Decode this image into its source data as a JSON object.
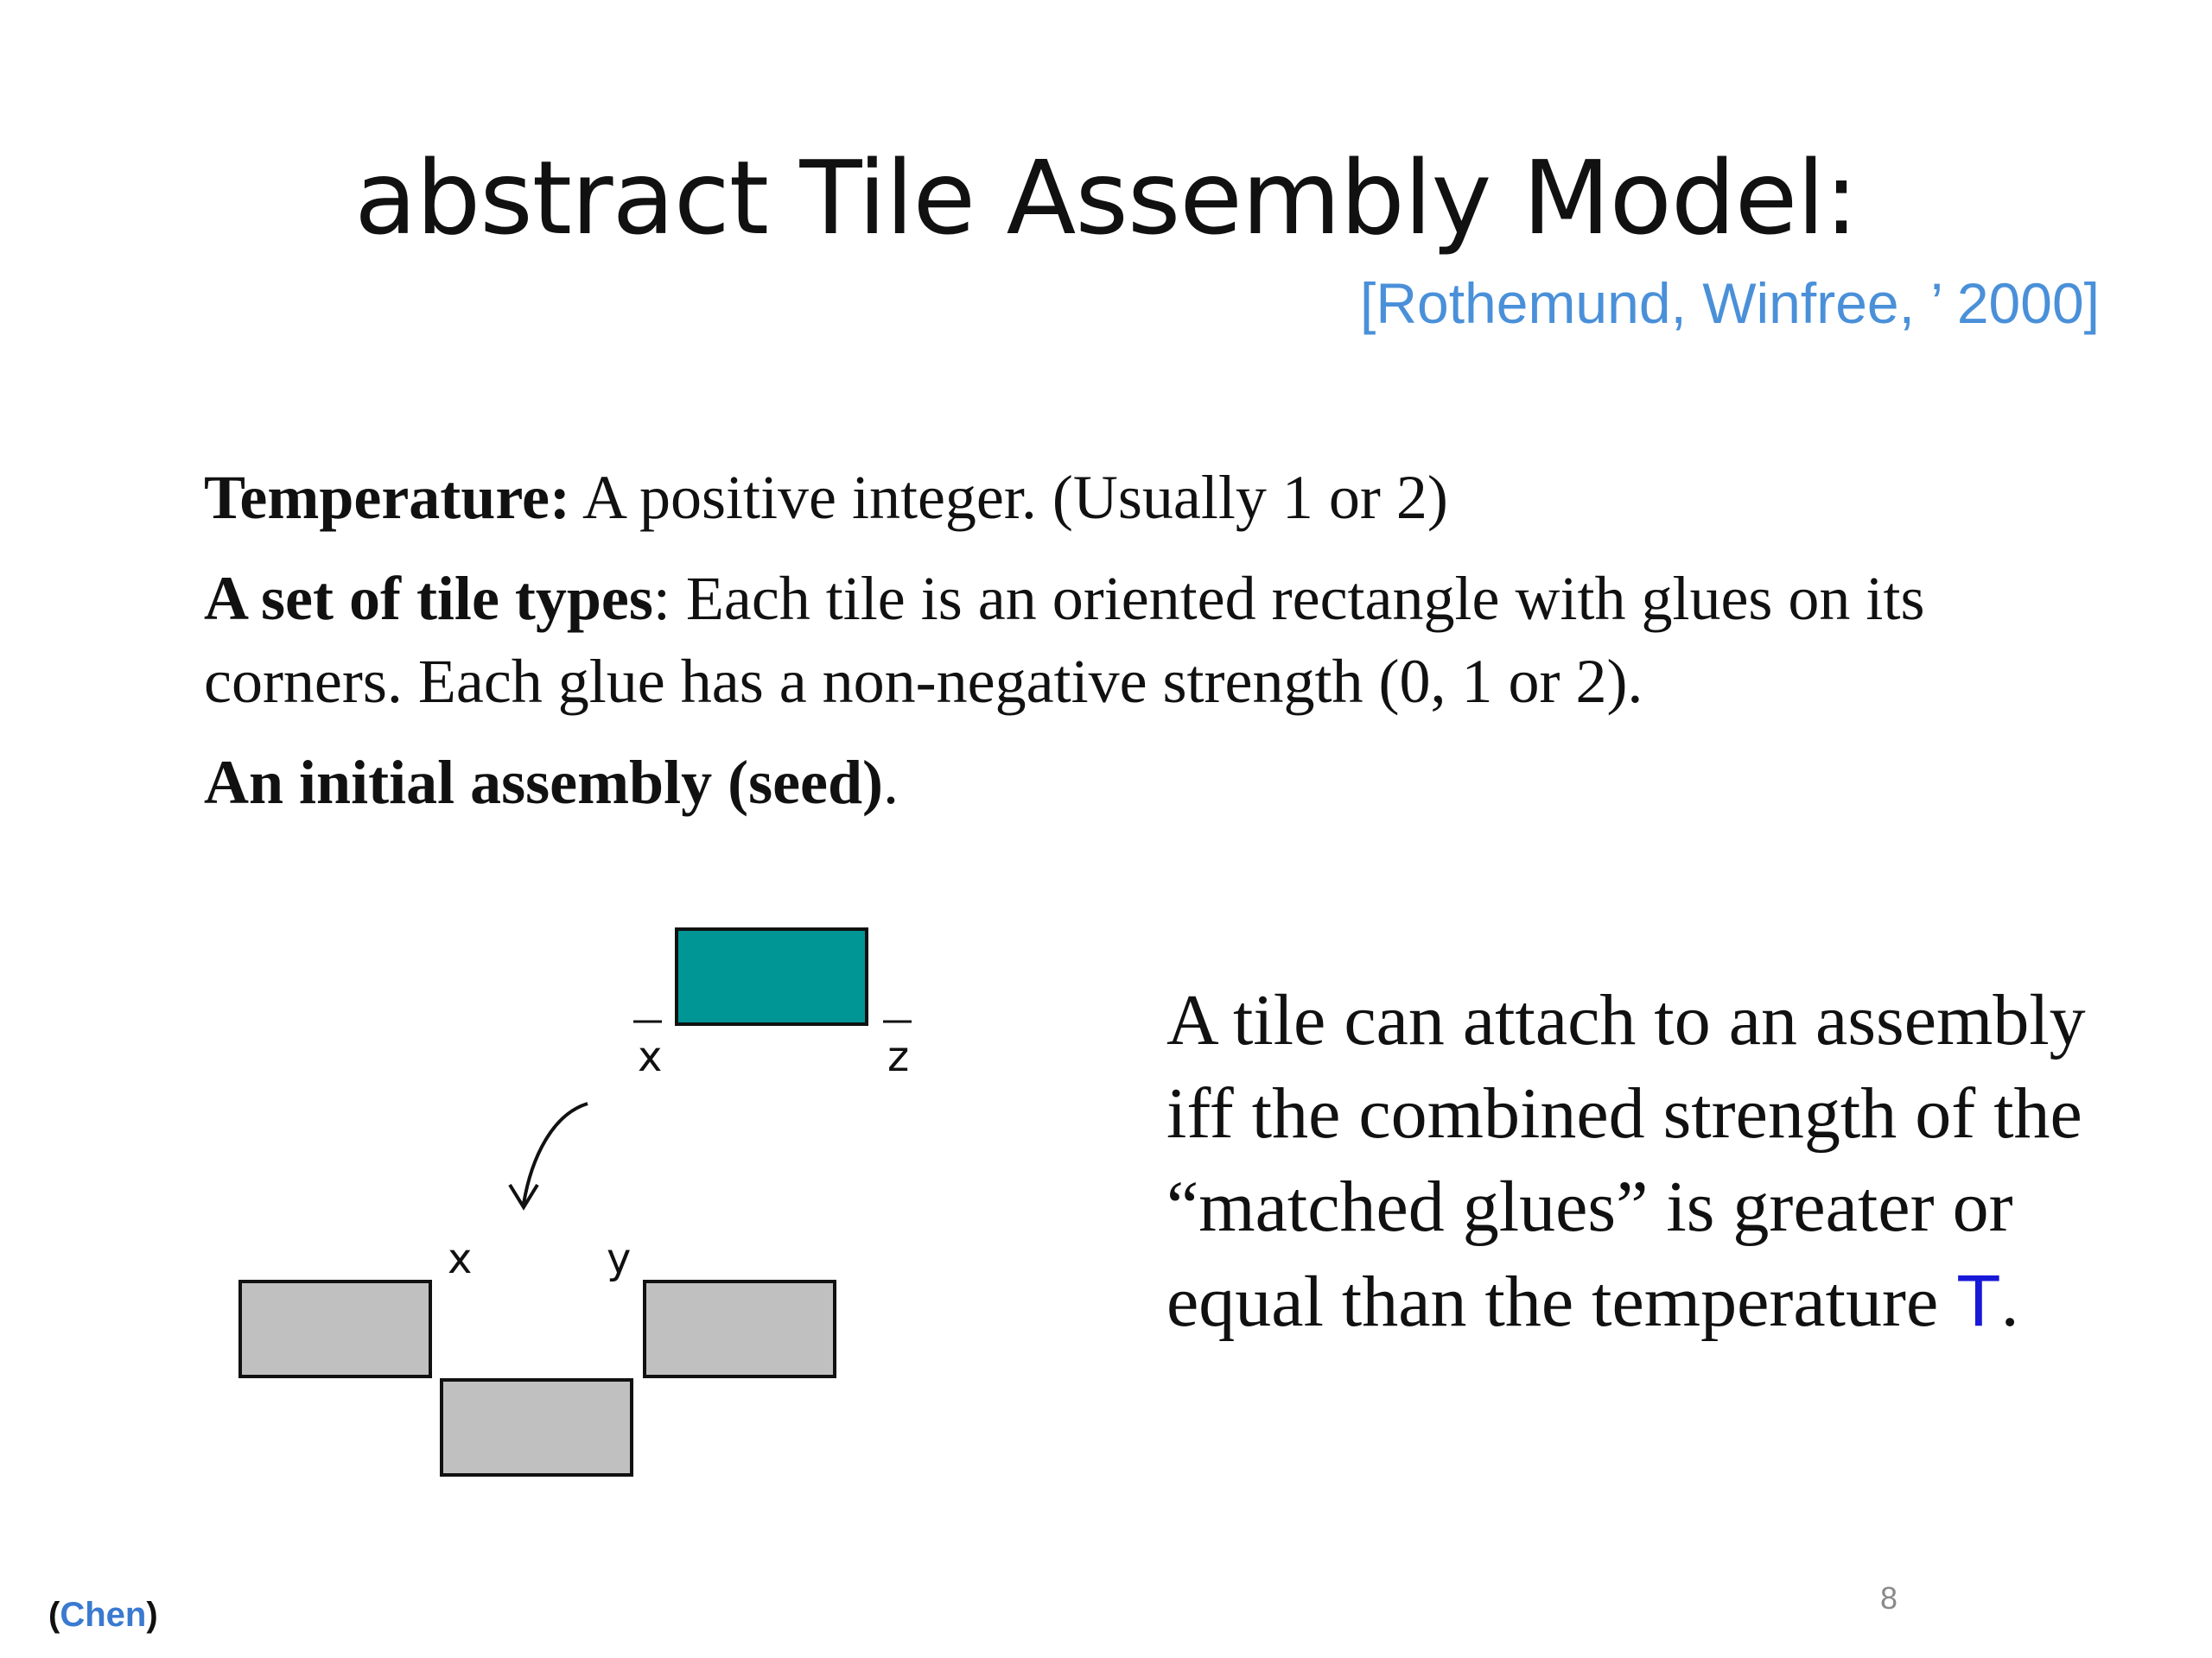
{
  "title": "abstract Tile Assembly Model:",
  "citation": "[Rothemund, Winfree, ’ 2000]",
  "definitions": {
    "temperature": {
      "term": "Temperature:",
      "text": " A positive integer. (Usually 1 or 2)"
    },
    "tile_types": {
      "term": "A set of tile types",
      "text": ": Each tile is an oriented rectangle with glues on its corners. Each glue has a non-negative strength (0, 1 or 2)."
    },
    "seed": {
      "term": "An initial assembly (seed)",
      "text": "."
    }
  },
  "diagram": {
    "new_tile": {
      "color": "#009696",
      "glue_left": "x",
      "glue_right": "z"
    },
    "assembly": {
      "tile_color": "#c0c0c0",
      "glue_left": "x",
      "glue_right": "y"
    }
  },
  "rule": {
    "text": "A tile can attach to an assembly iff the combined strength of the “matched glues” is greater or equal than the temperature ",
    "temperature_symbol": "T",
    "end": "."
  },
  "footer": {
    "open_paren": "(",
    "author": "Chen",
    "close_paren": ")",
    "page_number": "8"
  }
}
